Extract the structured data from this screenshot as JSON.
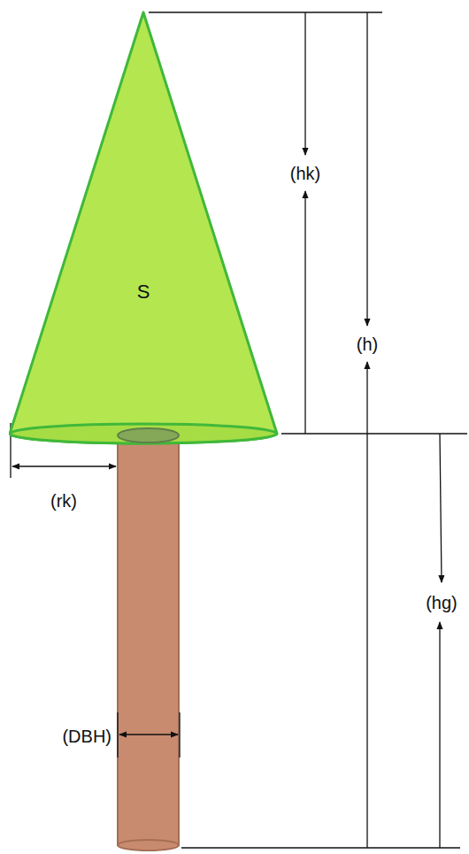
{
  "diagram": {
    "nodes": [
      {
        "text": [
          "S"
        ]
      }
    ],
    "labels": [
      "(hk)",
      "(h)",
      "(hg)",
      "(rk)",
      "(DBH)"
    ]
  }
}
